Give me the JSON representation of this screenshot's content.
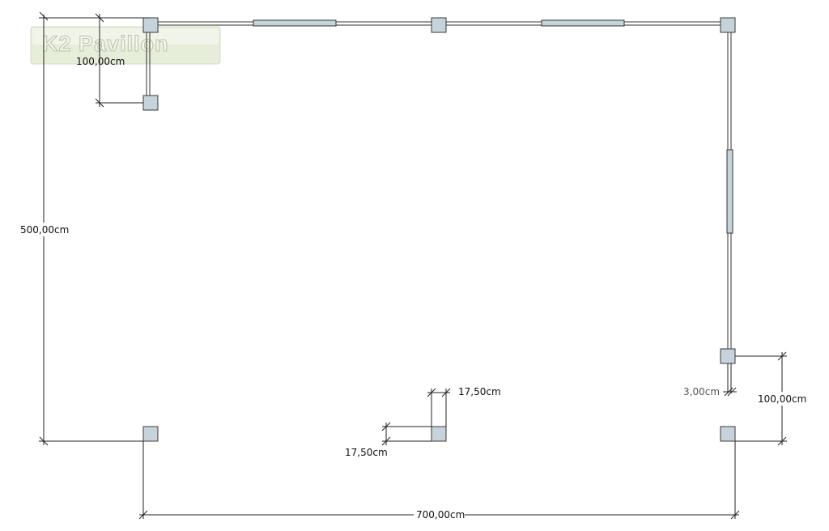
{
  "logo": {
    "text": "K2 Pavillon"
  },
  "dimensions": {
    "post_offset_top": "100,00cm",
    "total_depth": "500,00cm",
    "post_width_a": "17,50cm",
    "post_width_b": "17,50cm",
    "wall_thickness": "3,00cm",
    "post_offset_right": "100,00cm",
    "total_width": "700,00cm"
  },
  "colors": {
    "post_fill": "#c7d3da",
    "post_stroke": "#3a3a3a",
    "line": "#222222",
    "logo_bg": "#e4ecd6"
  }
}
